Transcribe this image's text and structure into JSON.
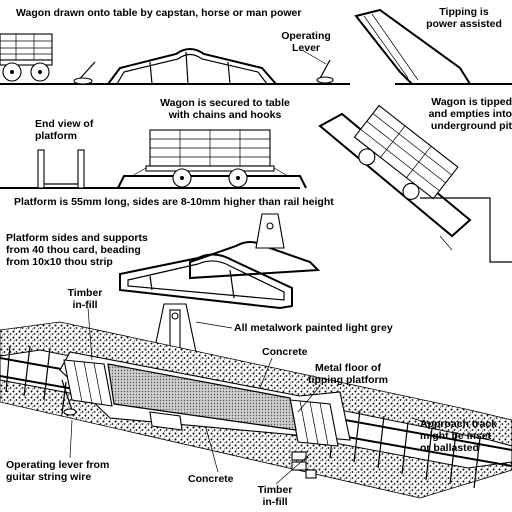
{
  "labels": {
    "drawn_onto_table": "Wagon drawn onto table by capstan, horse or man power",
    "tipping_assisted": "Tipping is\npower assisted",
    "operating_lever": "Operating\nLever",
    "wagon_secured": "Wagon is secured to table\nwith chains and hooks",
    "wagon_tipped": "Wagon is tipped\nand empties into\nunderground pit",
    "end_view": "End view of\nplatform",
    "platform_dims": "Platform is 55mm long, sides are 8-10mm higher than rail height",
    "platform_sides": "Platform sides and supports\nfrom 40 thou card, beading\nfrom 10x10 thou strip",
    "timber_infill_top": "Timber\nin-fill",
    "metalwork": "All metalwork painted light grey",
    "concrete_top": "Concrete",
    "metal_floor": "Metal floor of\ntipping platform",
    "approach_track": "Approach track\nmight be inset\nor ballasted",
    "operating_lever_wire": "Operating lever from\nguitar string wire",
    "concrete_bottom": "Concrete",
    "timber_infill_bottom": "Timber\nin-fill"
  }
}
